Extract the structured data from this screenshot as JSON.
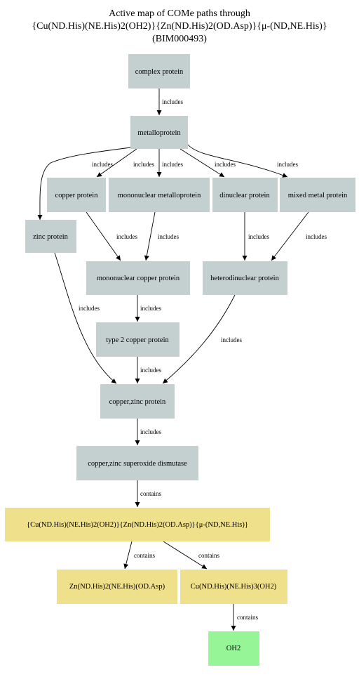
{
  "title": {
    "line1": "Active map of COMe paths through",
    "line2": "{Cu(ND.His)(NE.His)2(OH2)}{Zn(ND.His)2(OD.Asp)}{μ-(ND,NE.His)}",
    "line3": "(BIM000493)"
  },
  "colors": {
    "protein_node": "#c4cfcf",
    "compound_node": "#efe08c",
    "ligand_node": "#96f596",
    "edge": "#000000"
  },
  "nodes": {
    "complex_protein": "complex protein",
    "metalloprotein": "metalloprotein",
    "copper_protein": "copper protein",
    "mononuclear_metalloprotein": "mononuclear metalloprotein",
    "dinuclear_protein": "dinuclear protein",
    "mixed_metal_protein": "mixed metal protein",
    "zinc_protein": "zinc protein",
    "mononuclear_copper_protein": "mononuclear copper protein",
    "heterodinuclear_protein": "heterodinuclear protein",
    "type2_copper_protein": "type 2 copper protein",
    "copper_zinc_protein": "copper,zinc protein",
    "cu_zn_sod": "copper,zinc superoxide dismutase",
    "site": "{Cu(ND.His)(NE.His)2(OH2)}{Zn(ND.His)2(OD.Asp)}{μ-(ND,NE.His)}",
    "zn_site": "Zn(ND.His)2(NE.His)(OD.Asp)",
    "cu_site": "Cu(ND.His)(NE.His)3(OH2)",
    "oh2": "OH2"
  },
  "edge_labels": {
    "includes": "includes",
    "contains": "contains"
  }
}
